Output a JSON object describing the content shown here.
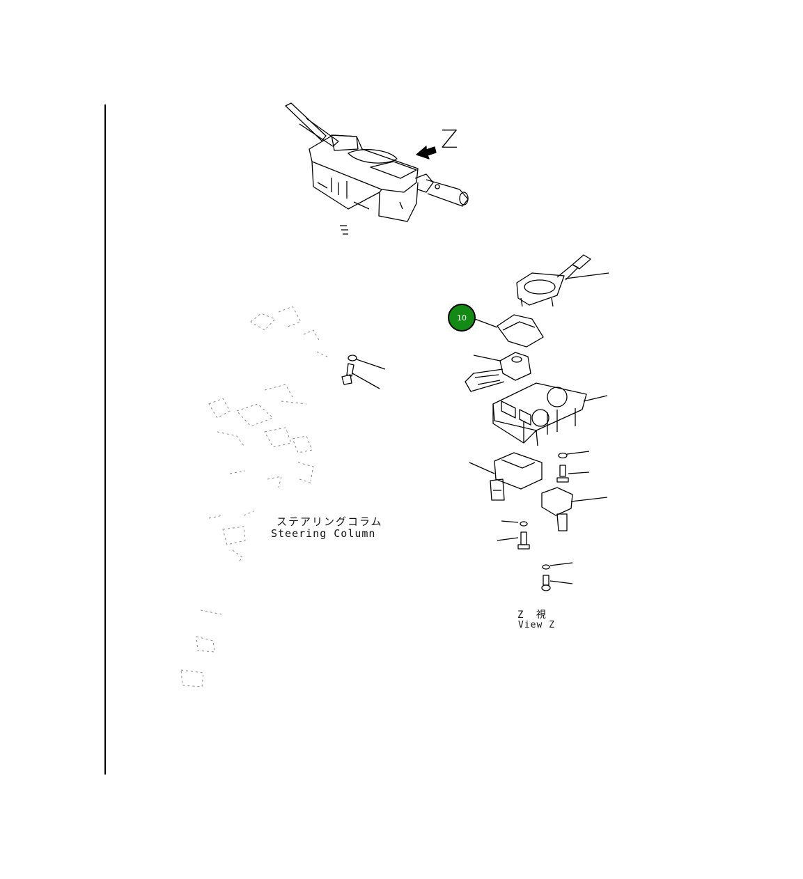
{
  "diagram": {
    "view_marker": "Z",
    "steering_column": {
      "label_jp": "ステアリングコラム",
      "label_en": "Steering Column"
    },
    "view_caption": {
      "label_jp": "Z 視",
      "label_en": "View Z"
    },
    "callout": {
      "number": "10",
      "color": "#138a13"
    }
  }
}
